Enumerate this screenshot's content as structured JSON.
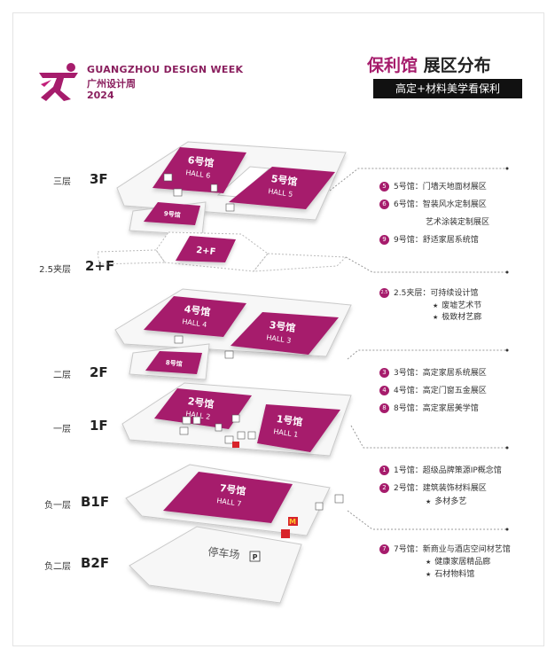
{
  "brand": {
    "name_en": "GUANGZHOU DESIGN WEEK",
    "name_cn": "广州设计周",
    "year": "2024"
  },
  "header": {
    "title_accent": "保利馆",
    "title_rest": "展区分布",
    "subtitle": "高定+材料美学看保利"
  },
  "floors": [
    {
      "cn": "三层",
      "code": "3F"
    },
    {
      "cn": "2.5夹层",
      "code": "2+F"
    },
    {
      "cn": "二层",
      "code": "2F"
    },
    {
      "cn": "一层",
      "code": "1F"
    },
    {
      "cn": "负一层",
      "code": "B1F"
    },
    {
      "cn": "负二层",
      "code": "B2F"
    }
  ],
  "halls": {
    "h6": {
      "cn": "6号馆",
      "en": "HALL 6"
    },
    "h5": {
      "cn": "5号馆",
      "en": "HALL 5"
    },
    "h9": {
      "cn": "9号馆"
    },
    "h25": {
      "cn": "2+F"
    },
    "h4": {
      "cn": "4号馆",
      "en": "HALL 4"
    },
    "h3": {
      "cn": "3号馆",
      "en": "HALL 3"
    },
    "h8": {
      "cn": "8号馆"
    },
    "h2": {
      "cn": "2号馆",
      "en": "HALL 2"
    },
    "h1": {
      "cn": "1号馆",
      "en": "HALL 1"
    },
    "h7": {
      "cn": "7号馆",
      "en": "HALL 7"
    },
    "parking": {
      "cn": "停车场",
      "sign": "P"
    }
  },
  "legend": {
    "g1": [
      {
        "num": "5",
        "text": "5号馆：门墙天地面材展区"
      },
      {
        "num": "6",
        "text": "6号馆：智装风水定制展区"
      },
      {
        "num": "",
        "text": "艺术涂装定制展区"
      },
      {
        "num": "9",
        "text": "9号馆：舒适家居系统馆"
      }
    ],
    "g2": {
      "num": "2.5",
      "text": "2.5夹层：可持续设计馆",
      "subs": [
        "废墟艺术节",
        "极致材艺廊"
      ]
    },
    "g3": [
      {
        "num": "3",
        "text": "3号馆：高定家居系统展区"
      },
      {
        "num": "4",
        "text": "4号馆：高定门窗五金展区"
      },
      {
        "num": "8",
        "text": "8号馆：高定家居美学馆"
      }
    ],
    "g4": {
      "rows": [
        {
          "num": "1",
          "text": "1号馆：超级品牌策源IP概念馆"
        },
        {
          "num": "2",
          "text": "2号馆：建筑装饰材料展区"
        }
      ],
      "subs": [
        "多材多艺"
      ]
    },
    "g5": {
      "num": "7",
      "text": "7号馆：新商业与酒店空间材艺馆",
      "subs": [
        "健康家居精品廊",
        "石材物料馆"
      ]
    },
    "star": "★"
  },
  "colors": {
    "accent": "#a61c6c",
    "hall": "#a61c6c",
    "platform": "#f7f7f7",
    "platform_edge": "#c9c9c9",
    "dark": "#111111"
  },
  "icons": {
    "logo": "running-figure-logo",
    "restroom": "restroom-icon",
    "info": "info-icon",
    "escalator": "escalator-icon",
    "mcdonalds": "mcdonalds-icon",
    "parking": "parking-icon"
  }
}
